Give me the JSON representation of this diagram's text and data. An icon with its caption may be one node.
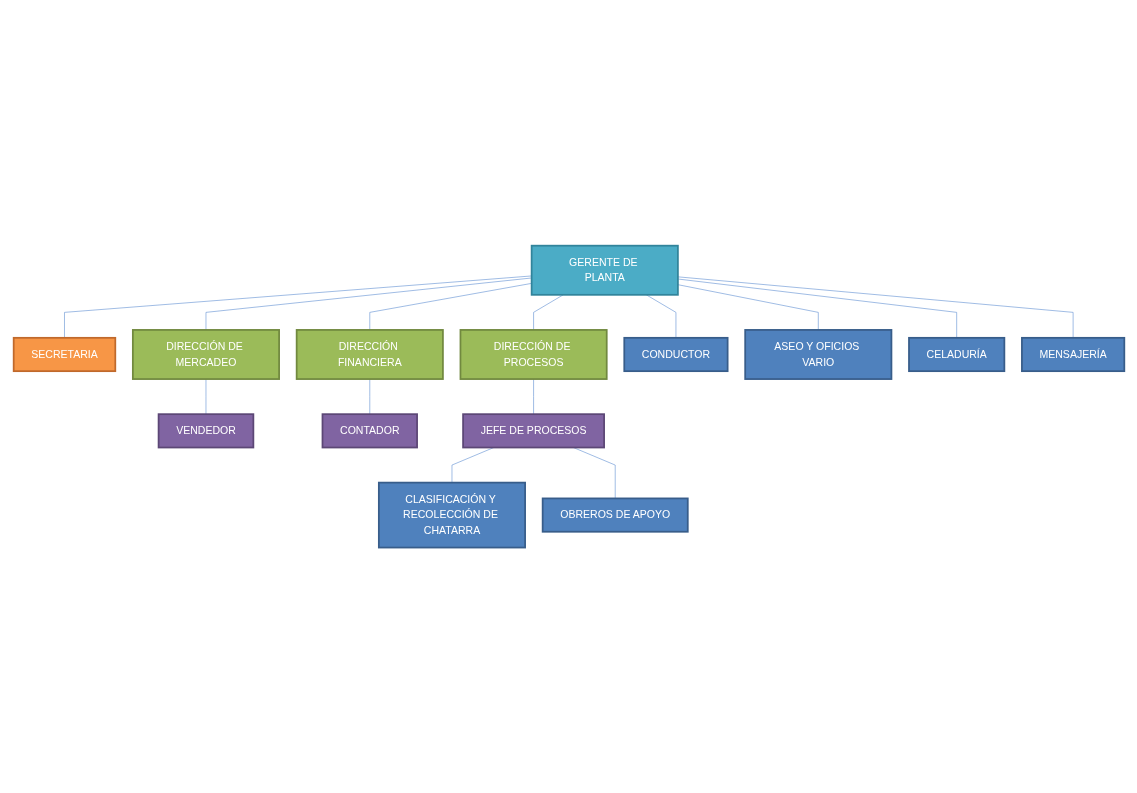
{
  "diagram": {
    "nodes": [
      {
        "text": [
          "GERENTE DE PLANTA"
        ]
      },
      {
        "text": [
          "SECRETARIA"
        ]
      },
      {
        "text": [
          "DIRECCIÓN DE MERCADEO"
        ]
      },
      {
        "text": [
          "DIRECCIÓN FINANCIERA"
        ]
      },
      {
        "text": [
          "DIRECCIÓN DE PROCESOS"
        ]
      },
      {
        "text": [
          "VENDEDOR"
        ]
      },
      {
        "text": [
          "CONTADOR"
        ]
      },
      {
        "text": [
          "JEFE DE PROCESOS"
        ]
      },
      {
        "text": [
          "CONDUCTOR"
        ]
      },
      {
        "text": [
          "ASEO Y OFICIOS VARIO"
        ]
      },
      {
        "text": [
          "CELADURÍA"
        ]
      },
      {
        "text": [
          "MENSAJERÍA"
        ]
      },
      {
        "text": [
          "CLASIFICACIÓN Y RECOLECCIÓN DE CHATARRA"
        ]
      },
      {
        "text": [
          "OBREROS DE APOYO"
        ]
      }
    ],
    "edges": [
      {
        "from": 0,
        "to": 1,
        "arrow": "none"
      },
      {
        "from": 0,
        "to": 2,
        "arrow": "none"
      },
      {
        "from": 0,
        "to": 3,
        "arrow": "none"
      },
      {
        "from": 0,
        "to": 4,
        "arrow": "none"
      },
      {
        "from": 2,
        "to": 5,
        "arrow": "none"
      },
      {
        "from": 3,
        "to": 6,
        "arrow": "none"
      },
      {
        "from": 4,
        "to": 7,
        "arrow": "none"
      },
      {
        "from": 0,
        "to": 8,
        "arrow": "none"
      },
      {
        "from": 0,
        "to": 9,
        "arrow": "none"
      },
      {
        "from": 0,
        "to": 10,
        "arrow": "none"
      },
      {
        "from": 0,
        "to": 11,
        "arrow": "none"
      },
      {
        "from": 7,
        "to": 12,
        "arrow": "none"
      },
      {
        "from": 7,
        "to": 13,
        "arrow": "none"
      }
    ]
  }
}
